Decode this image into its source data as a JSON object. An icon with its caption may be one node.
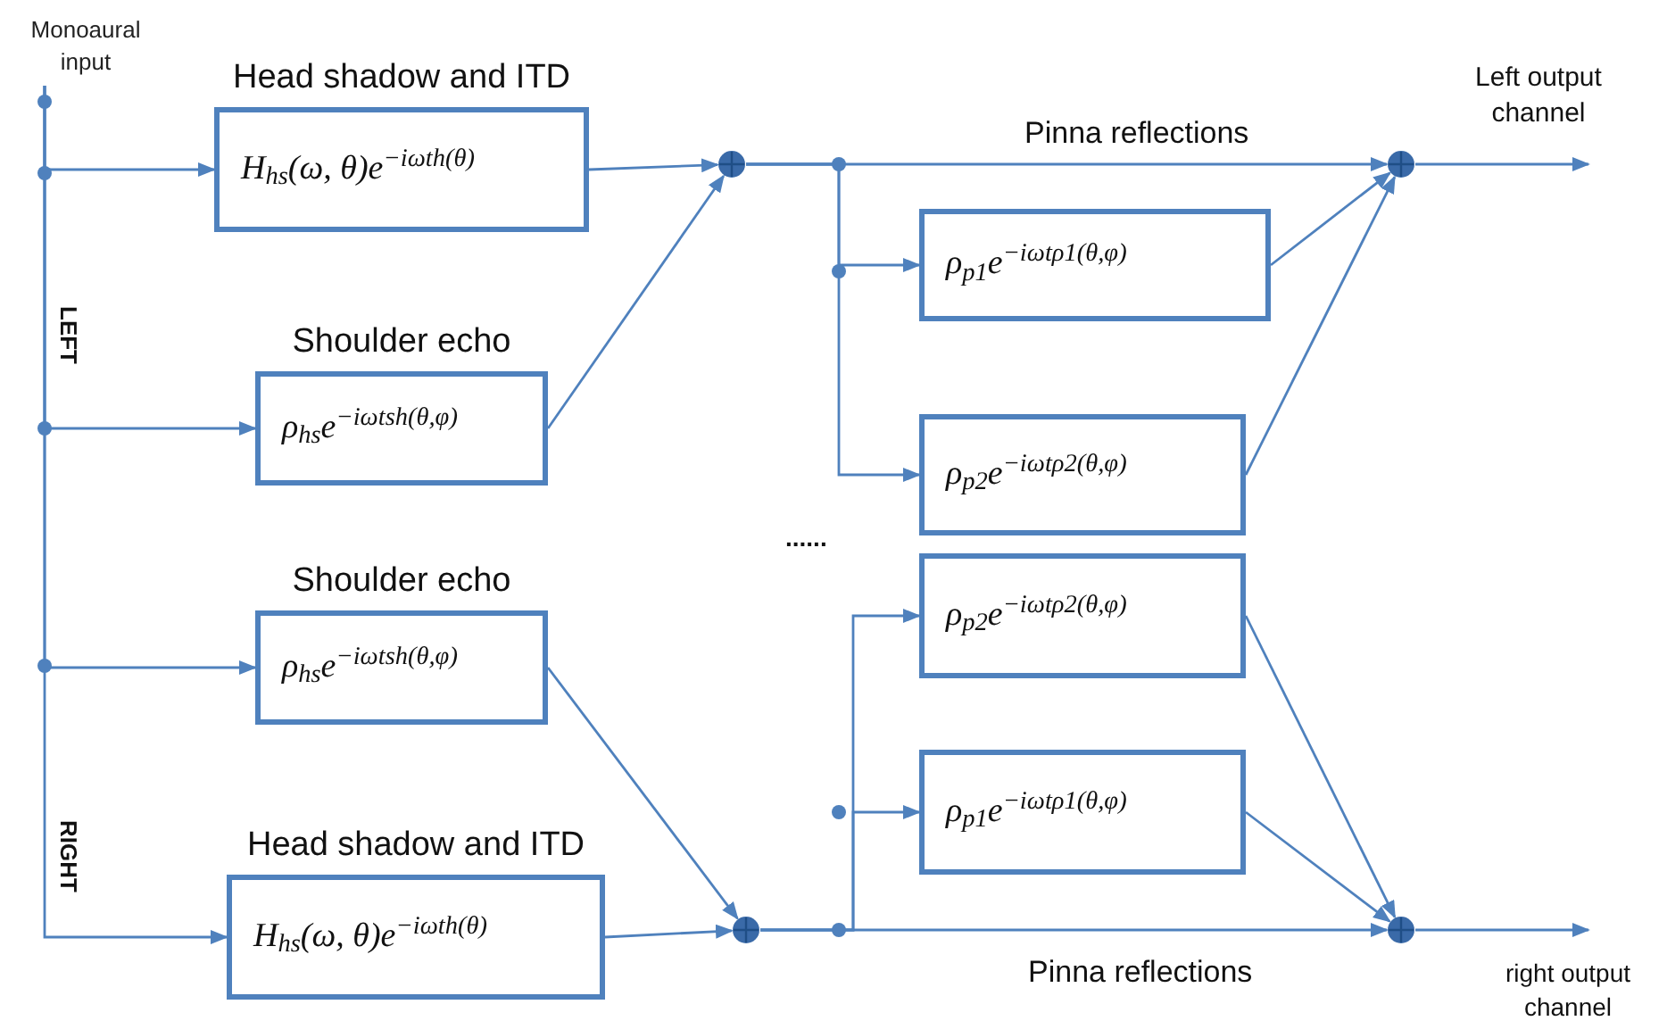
{
  "diagram": {
    "nodes": [
      {
        "text": [
          "Monoaural input"
        ]
      },
      {
        "text": [
          "Head shadow and ITD",
          "H$_{hs}$(ω, θ)e$^{−iωth(θ)}$"
        ]
      },
      {
        "text": [
          "Shoulder echo",
          "ρ$_{hs}$e$^{−iωtsh(θ,φ)}$"
        ]
      },
      {
        "text": [
          "Shoulder echo",
          "ρ$_{hs}$e$^{−iωtsh(θ,φ)}$"
        ]
      },
      {
        "text": [
          "Head shadow and ITD",
          "H$_{hs}$(ω, θ)e$^{−iωth(θ)}$"
        ]
      },
      {
        "text": [],
        "shape": "circle"
      },
      {
        "text": [],
        "shape": "circle"
      },
      {
        "text": [
          "ρ$_{p1}$e$^{−iωtρ1(θ,φ)}$"
        ]
      },
      {
        "text": [
          "ρ$_{p2}$e$^{−iωtρ2(θ,φ)}$"
        ]
      },
      {
        "text": [
          "ρ$_{p2}$e$^{−iωtρ2(θ,φ)}$"
        ]
      },
      {
        "text": [
          "ρ$_{p1}$e$^{−iωtρ1(θ,φ)}$"
        ]
      },
      {
        "text": [],
        "shape": "circle"
      },
      {
        "text": [],
        "shape": "circle"
      }
    ],
    "edges": [
      {
        "from": 0,
        "to": 1,
        "arrow": "to"
      },
      {
        "from": 0,
        "to": 2,
        "arrow": "to"
      },
      {
        "from": 0,
        "to": 3,
        "arrow": "to"
      },
      {
        "from": 0,
        "to": 4,
        "arrow": "to"
      },
      {
        "from": 1,
        "to": 5,
        "arrow": "to"
      },
      {
        "from": 2,
        "to": 5,
        "arrow": "to"
      },
      {
        "from": 3,
        "to": 6,
        "arrow": "to"
      },
      {
        "from": 4,
        "to": 6,
        "arrow": "to"
      },
      {
        "from": 5,
        "to": 11,
        "arrow": "to",
        "label": "Pinna reflections"
      },
      {
        "from": 5,
        "to": 7,
        "arrow": "to"
      },
      {
        "from": 5,
        "to": 8,
        "arrow": "to"
      },
      {
        "from": 6,
        "to": 12,
        "arrow": "to",
        "label": "Pinna reflections"
      },
      {
        "from": 6,
        "to": 9,
        "arrow": "to"
      },
      {
        "from": 6,
        "to": 10,
        "arrow": "to"
      },
      {
        "from": 7,
        "to": 11,
        "arrow": "to"
      },
      {
        "from": 8,
        "to": 11,
        "arrow": "to"
      },
      {
        "from": 9,
        "to": 12,
        "arrow": "to"
      },
      {
        "from": 10,
        "to": 12,
        "arrow": "to"
      },
      {
        "from": 11,
        "to": null,
        "arrow": "to"
      },
      {
        "from": 12,
        "to": null,
        "arrow": "to"
      }
    ],
    "labels": [
      "Left output channel",
      "LEFT",
      "......",
      "RIGHT",
      "right output channel"
    ]
  }
}
